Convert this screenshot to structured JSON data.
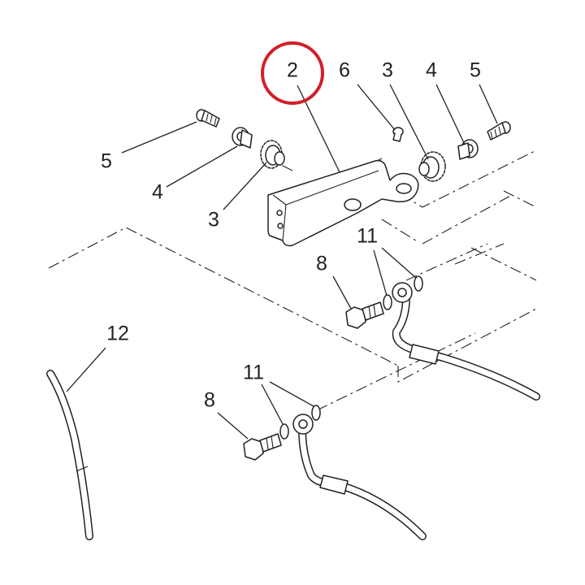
{
  "diagram": {
    "highlight_color": "#d21f2a",
    "ink_color": "#222222",
    "callouts": [
      {
        "id": "c2",
        "text": "2"
      },
      {
        "id": "c6",
        "text": "6"
      },
      {
        "id": "c3r",
        "text": "3"
      },
      {
        "id": "c4r",
        "text": "4"
      },
      {
        "id": "c5r",
        "text": "5"
      },
      {
        "id": "c5l",
        "text": "5"
      },
      {
        "id": "c4l",
        "text": "4"
      },
      {
        "id": "c3l",
        "text": "3"
      },
      {
        "id": "c11a",
        "text": "11"
      },
      {
        "id": "c8a",
        "text": "8"
      },
      {
        "id": "c12",
        "text": "12"
      },
      {
        "id": "c11b",
        "text": "11"
      },
      {
        "id": "c8b",
        "text": "8"
      }
    ]
  }
}
